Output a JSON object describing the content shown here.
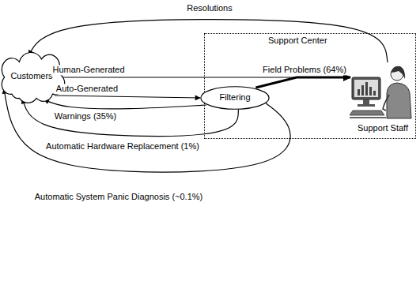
{
  "diagram": {
    "nodes": [
      {
        "text": [
          "Customers"
        ]
      },
      {
        "text": [
          "Support Center"
        ]
      },
      {
        "text": [
          "Filtering"
        ],
        "in": 1
      },
      {
        "text": [
          "Support Staff"
        ],
        "in": 1
      }
    ],
    "edges": [
      {
        "from": 3,
        "to": 0,
        "label": "Resolutions",
        "arrow": "to"
      },
      {
        "from": 0,
        "to": 3,
        "label": "Human-Generated",
        "arrow": "to"
      },
      {
        "from": 0,
        "to": 2,
        "label": "Auto-Generated",
        "arrow": "to"
      },
      {
        "from": 2,
        "to": 3,
        "label": "Field Problems (64%)",
        "arrow": "to"
      },
      {
        "from": 2,
        "to": 0,
        "label": "Warnings (35%)",
        "arrow": "to"
      },
      {
        "from": 2,
        "to": 0,
        "label": "Automatic Hardware Replacement (1%)",
        "arrow": "to"
      },
      {
        "from": 2,
        "to": 0,
        "label": "Automatic System Panic Diagnosis (~0.1%)",
        "arrow": "to"
      }
    ]
  }
}
